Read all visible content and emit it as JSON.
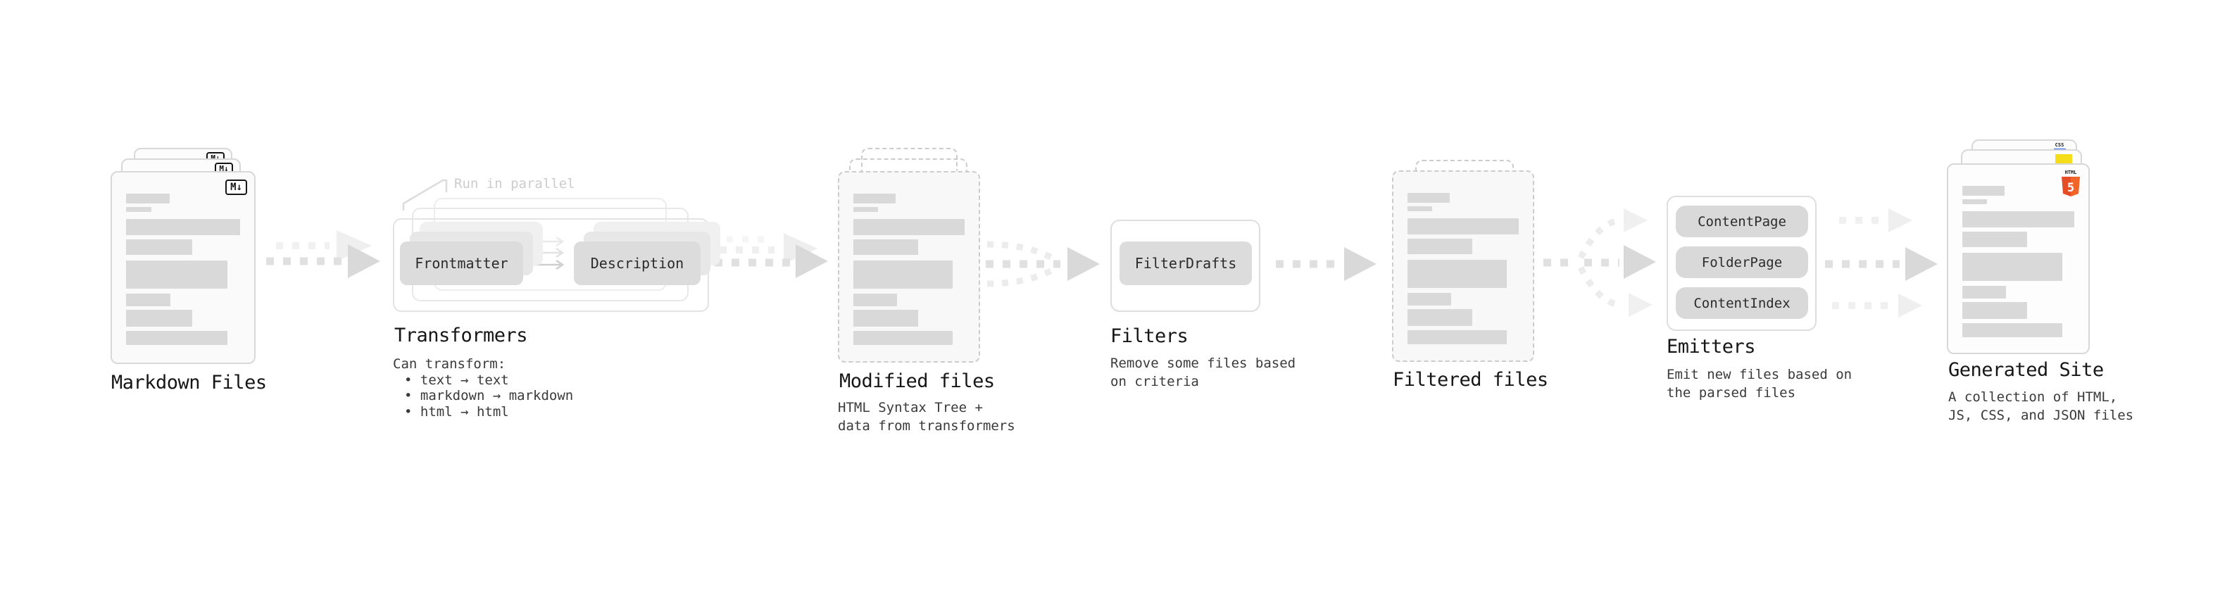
{
  "labels": {
    "run_in_parallel": "Run in parallel"
  },
  "markdown": {
    "title": "Markdown Files",
    "badge": "M↓"
  },
  "transformers": {
    "title": "Transformers",
    "intro": "Can transform:",
    "bullets": [
      "• text → text",
      "• markdown → markdown",
      "• html → html"
    ],
    "button_left": "Frontmatter",
    "button_right": "Description"
  },
  "modified": {
    "title": "Modified files",
    "subtitle": "HTML Syntax Tree +\ndata from transformers"
  },
  "filters": {
    "title": "Filters",
    "subtitle": "Remove some files based\non criteria",
    "button": "FilterDrafts"
  },
  "filtered": {
    "title": "Filtered files"
  },
  "emitters": {
    "title": "Emitters",
    "subtitle": "Emit new files based on\nthe parsed files",
    "buttons": [
      "ContentPage",
      "FolderPage",
      "ContentIndex"
    ]
  },
  "generated": {
    "title": "Generated Site",
    "subtitle": "A collection of HTML,\nJS, CSS, and JSON files",
    "css_label": "CSS",
    "html_label": "HTML",
    "html5_number": "5"
  },
  "colors": {
    "html5_orange": "#e44d26",
    "html5_orange_light": "#f16529",
    "js_yellow": "#f5de19",
    "css_blue": "#2965f1",
    "placeholder_gray": "#d9d9d9"
  }
}
